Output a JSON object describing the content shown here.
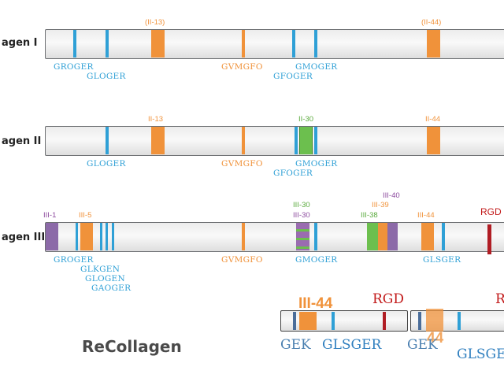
{
  "rows": [
    {
      "title": "agen I"
    },
    {
      "title": "agen II"
    },
    {
      "title": "agen III"
    }
  ],
  "recollagen_title": "ReCollagen",
  "colors": {
    "blue": "#2fa0d6",
    "orange": "#f0923a",
    "green": "#5aaa3c",
    "purple": "#8c4a9e",
    "red": "#c21a1a"
  },
  "labels": {
    "r1": {
      "ii13": "(II-13)",
      "ii44": "(II-44)",
      "groger": "GROGER",
      "gloger": "GLOGER",
      "gvmgfo": "GVMGFO",
      "gfoger": "GFOGER",
      "gmoger": "GMOGER"
    },
    "r2": {
      "ii13": "II-13",
      "ii30": "II-30",
      "ii44": "II-44",
      "gloger": "GLOGER",
      "gvmgfo": "GVMGFO",
      "gmoger": "GMOGER",
      "gfoger": "GFOGER"
    },
    "r3": {
      "iii1": "III-1",
      "iii5": "III-5",
      "iii30a": "III-30",
      "iii30b": "III-30",
      "iii40": "III-40",
      "iii39": "III-39",
      "iii38": "III-38",
      "iii44": "III-44",
      "rgd": "RGD",
      "groger": "GROGER",
      "glkgen": "GLKGEN",
      "glogen": "GLOGEN",
      "gaoger": "GAOGER",
      "gvmgfo": "GVMGFO",
      "gmoger": "GMOGER",
      "glsger": "GLSGER"
    },
    "re": {
      "iii44": "III-44",
      "rgd1": "RGD",
      "rgd2": "R",
      "n44": "44",
      "gek1": "GEK",
      "glsger1": "GLSGER",
      "gek2": "GEK",
      "glsger2": "GLSGE"
    }
  }
}
